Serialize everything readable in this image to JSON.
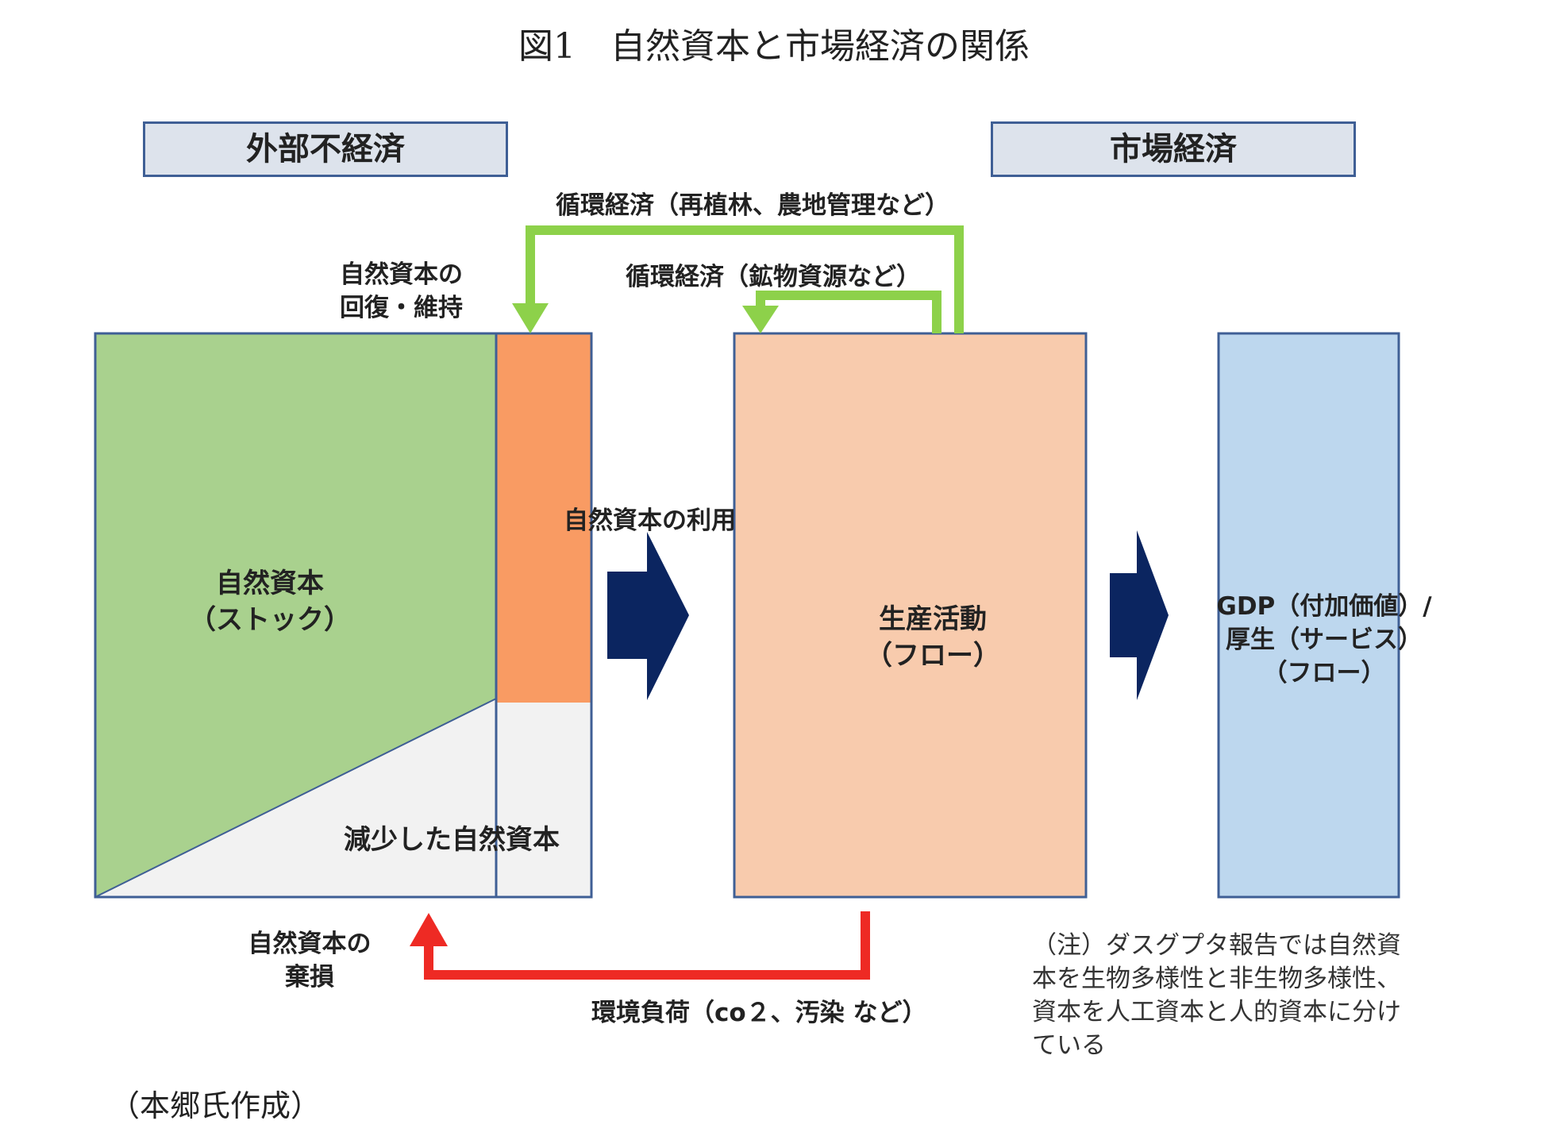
{
  "title": "図1　自然資本と市場経済の関係",
  "header_left": "外部不経済",
  "header_right": "市場経済",
  "loop_outer": "循環経済（再植林、農地管理など）",
  "loop_inner": "循環経済（鉱物資源など）",
  "recovery": [
    "自然資本の",
    "回復・維持"
  ],
  "natural_stock": [
    "自然資本",
    "（ストック）"
  ],
  "reduced": "減少した自然資本",
  "usage": "自然資本の利用",
  "production": [
    "生産活動",
    "（フロー）"
  ],
  "gdp": [
    "GDP（付加価値）/",
    "厚生（サービス）",
    "（フロー）"
  ],
  "disposal": [
    "自然資本の",
    "棄損"
  ],
  "burden": "環境負荷（co２、汚染 など）",
  "note": [
    "（注）ダスグプタ報告では自然資",
    "本を生物多様性と非生物多様性、",
    "資本を人工資本と人的資本に分け",
    "ている"
  ],
  "source": "（本郷氏作成）",
  "colors": {
    "stock": "#a9d18e",
    "usage": "#f99b63",
    "reduced": "#f2f2f2",
    "production": "#f8cbad",
    "gdp": "#bdd7ee",
    "border": "#3f5f95",
    "loop_arrow": "#8dd14a",
    "burden_arrow": "#ee2a24",
    "flow_arrow": "#0b2560",
    "header_bg": "#dde3ec"
  }
}
